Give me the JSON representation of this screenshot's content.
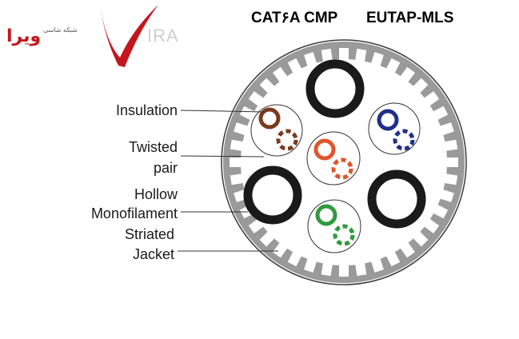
{
  "header": {
    "cable_type": "CAT۶A CMP",
    "model": "EUTAP-MLS"
  },
  "logo": {
    "brand_fa": "ویرا",
    "tagline_fa": "شبکه شاسی",
    "brand_latin": "IRA"
  },
  "labels": {
    "insulation": "Insulation",
    "twisted_line1": "Twisted",
    "twisted_line2": "pair",
    "hollow_line1": "Hollow",
    "hollow_line2": "Monofilament",
    "jacket_line1": "Striated",
    "jacket_line2": "Jacket"
  },
  "colors": {
    "pair_brown": "#7a3a1e",
    "pair_blue": "#1f2f8a",
    "pair_orange": "#e0552a",
    "pair_green": "#2f9a3c",
    "jacket_gray": "#9a9a9a",
    "filament_black": "#1a1a1a",
    "logo_red": "#c4161c"
  }
}
